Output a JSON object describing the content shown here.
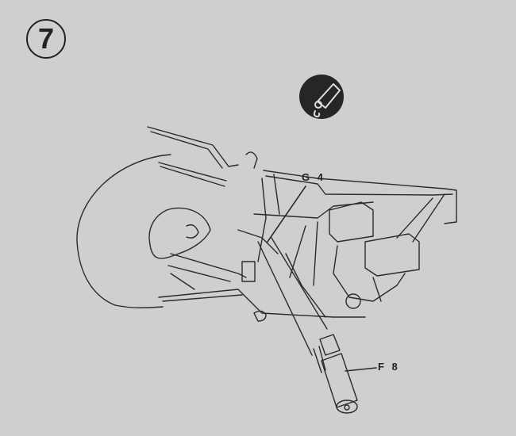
{
  "step": {
    "number": "7"
  },
  "icon": {
    "name": "lift-hoist-icon"
  },
  "callouts": {
    "g4": "G 4",
    "f8": "F 8"
  },
  "colors": {
    "background": "#cfcfcf",
    "ink": "#222222"
  }
}
